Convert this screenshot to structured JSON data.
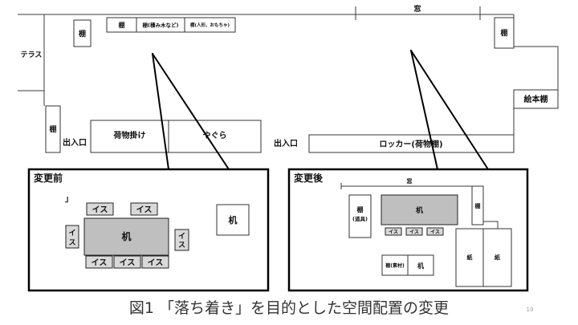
{
  "top_plan": {
    "window_label": "窓",
    "terrace_label": "テラス",
    "shelf_top_left": "棚",
    "shelf_row": [
      "棚",
      "棚(積み木など)",
      "棚(人形、おもちゃ)"
    ],
    "shelf_top_right": "棚",
    "picture_book_shelf": "絵本棚",
    "shelf_bottom_left": "棚",
    "entrance_left": "出入口",
    "luggage_hooks": "荷物掛け",
    "yagura": "やぐら",
    "entrance_right": "出入口",
    "locker": "ロッカー(荷物棚)"
  },
  "before": {
    "title": "変更前",
    "stray_mark": "」",
    "chairs_top": [
      "イス",
      "イス"
    ],
    "chair_left": [
      "イ",
      "ス"
    ],
    "desk": "机",
    "chair_right": [
      "イ",
      "ス"
    ],
    "chairs_bottom": [
      "イス",
      "イス",
      "イス"
    ],
    "side_desk": "机"
  },
  "after": {
    "title": "変更後",
    "window_label": "窓",
    "shelf": "棚",
    "tool_shelf": [
      "棚",
      "(道具)"
    ],
    "desk": "机",
    "chairs": [
      "イス",
      "イス",
      "イス"
    ],
    "material_shelf": "棚(素材)",
    "small_desk": "机",
    "paper": [
      "紙",
      "紙"
    ]
  },
  "caption": "図1 「落ち着き」を目的とした空間配置の変更",
  "page_number": "10",
  "colors": {
    "desk_fill": "#bfbfbf",
    "chair_fill": "#d9d9d9"
  }
}
